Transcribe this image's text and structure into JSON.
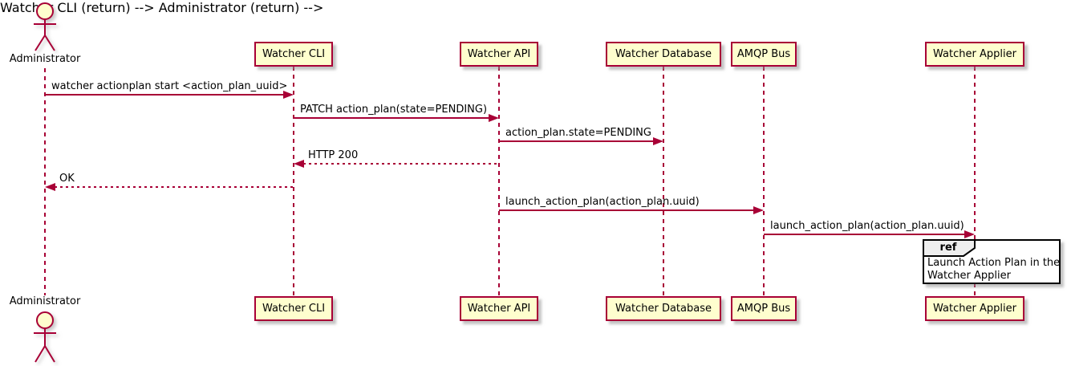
{
  "actors": {
    "administrator": {
      "label": "Administrator"
    }
  },
  "participants": [
    {
      "id": "watcher-cli",
      "label": "Watcher CLI"
    },
    {
      "id": "watcher-api",
      "label": "Watcher API"
    },
    {
      "id": "watcher-database",
      "label": "Watcher Database"
    },
    {
      "id": "amqp-bus",
      "label": "AMQP Bus"
    },
    {
      "id": "watcher-applier",
      "label": "Watcher Applier"
    }
  ],
  "messages": [
    {
      "from": "Administrator",
      "to": "Watcher CLI",
      "label": "watcher actionplan start <action_plan_uuid>",
      "line": "solid",
      "direction": "right"
    },
    {
      "from": "Watcher CLI",
      "to": "Watcher API",
      "label": "PATCH action_plan(state=PENDING)",
      "line": "solid",
      "direction": "right"
    },
    {
      "from": "Watcher API",
      "to": "Watcher Database",
      "label": "action_plan.state=PENDING",
      "line": "solid",
      "direction": "right"
    },
    {
      "from": "Watcher API",
      "to": "Watcher CLI",
      "label": "HTTP 200",
      "line": "dashed",
      "direction": "left"
    },
    {
      "from": "Watcher CLI",
      "to": "Administrator",
      "label": "OK",
      "line": "dashed",
      "direction": "left"
    },
    {
      "from": "Watcher API",
      "to": "AMQP Bus",
      "label": "launch_action_plan(action_plan.uuid)",
      "line": "solid",
      "direction": "right"
    },
    {
      "from": "AMQP Bus",
      "to": "Watcher Applier",
      "label": "launch_action_plan(action_plan.uuid)",
      "line": "solid",
      "direction": "right"
    }
  ],
  "ref": {
    "keyword": "ref",
    "over": "Watcher Applier",
    "lines": [
      "Launch Action Plan in the",
      "Watcher Applier"
    ]
  },
  "colors": {
    "accent": "#A80036",
    "participant_fill": "#FEFECE",
    "ref_border": "#000000",
    "ref_header_fill": "#EEEEEE",
    "text": "#000000"
  }
}
